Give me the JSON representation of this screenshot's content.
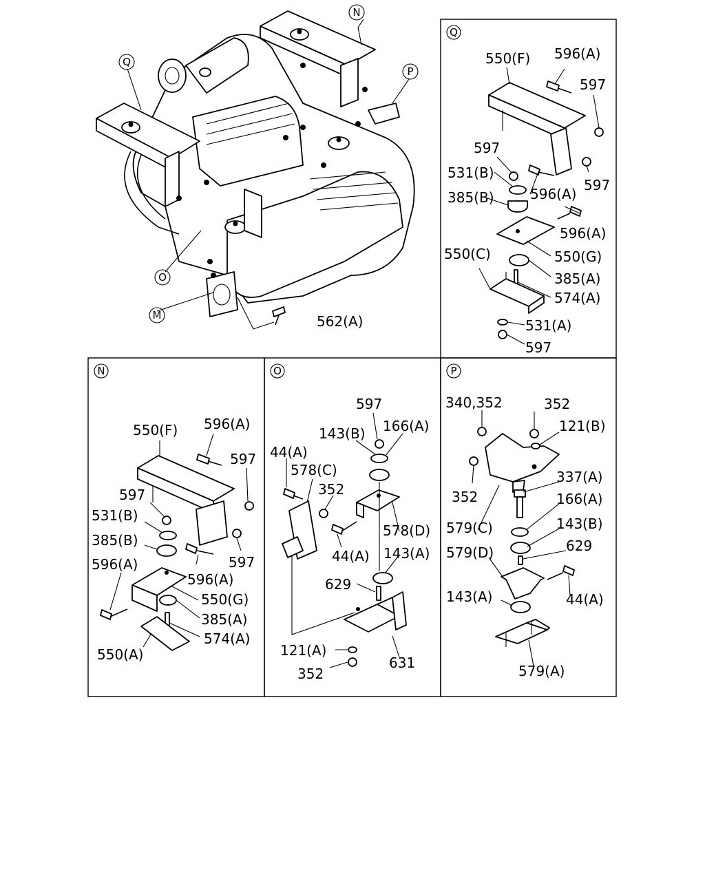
{
  "panels": {
    "main": {
      "callouts": [
        "N",
        "Q",
        "P",
        "O",
        "M"
      ],
      "labels": [
        "562(A)"
      ]
    },
    "q": {
      "id": "Q",
      "labels": [
        "550(F)",
        "596(A)",
        "597",
        "597",
        "531(B)",
        "596(A)",
        "597",
        "385(B)",
        "596(A)",
        "550(G)",
        "550(C)",
        "385(A)",
        "574(A)",
        "531(A)",
        "597"
      ]
    },
    "n": {
      "id": "N",
      "labels": [
        "550(F)",
        "596(A)",
        "597",
        "597",
        "531(B)",
        "385(B)",
        "597",
        "596(A)",
        "596(A)",
        "550(G)",
        "385(A)",
        "574(A)",
        "550(A)"
      ]
    },
    "o": {
      "id": "O",
      "labels": [
        "597",
        "143(B)",
        "166(A)",
        "44(A)",
        "578(C)",
        "352",
        "578(D)",
        "44(A)",
        "143(A)",
        "629",
        "121(A)",
        "631",
        "352"
      ]
    },
    "p": {
      "id": "P",
      "labels": [
        "340,352",
        "352",
        "121(B)",
        "337(A)",
        "352",
        "166(A)",
        "579(C)",
        "143(B)",
        "629",
        "579(D)",
        "44(A)",
        "143(A)",
        "579(A)"
      ]
    }
  }
}
